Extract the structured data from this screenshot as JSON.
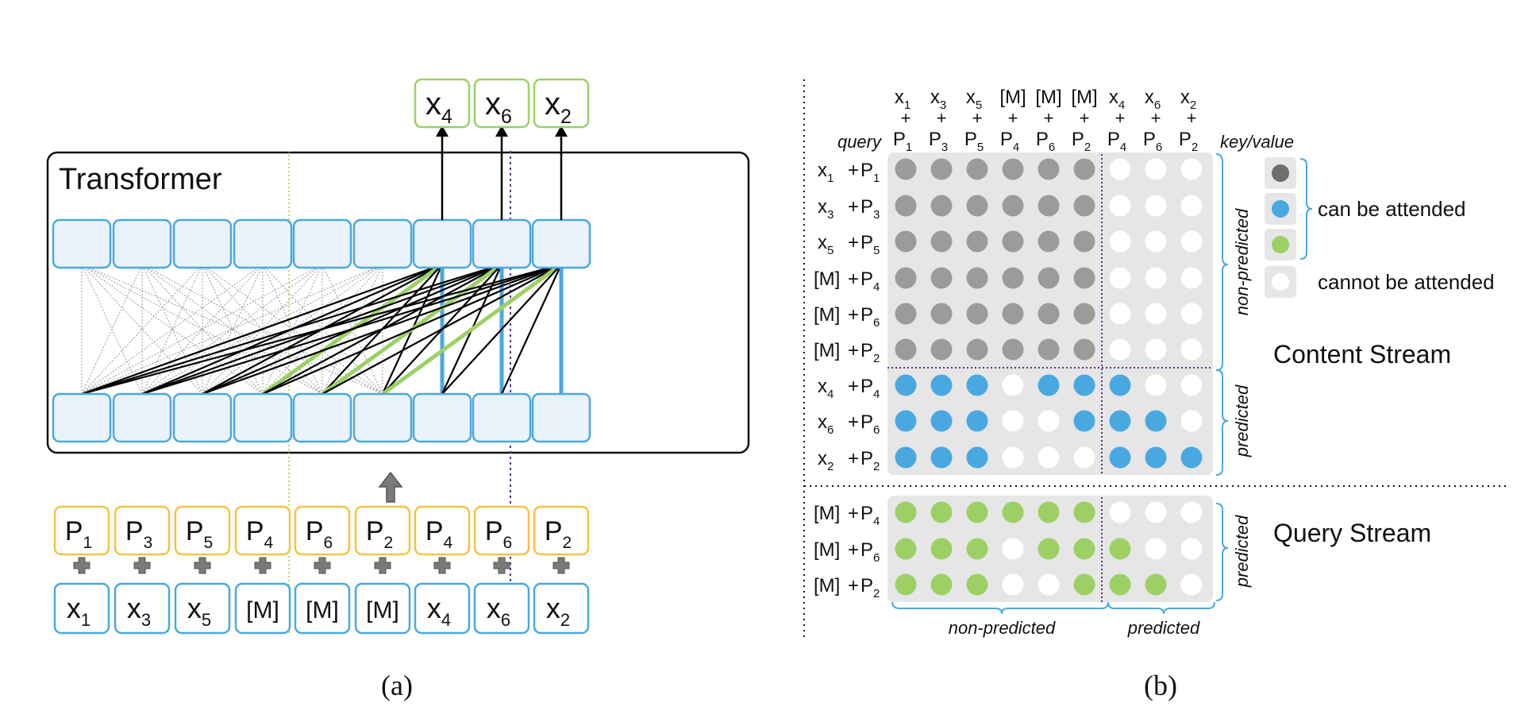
{
  "panel_a": {
    "transformer_label": "Transformer",
    "caption": "(a)",
    "outputs": [
      {
        "token": "x",
        "sub": "4"
      },
      {
        "token": "x",
        "sub": "6"
      },
      {
        "token": "x",
        "sub": "2"
      }
    ],
    "positions": [
      {
        "p": "P",
        "sub": "1"
      },
      {
        "p": "P",
        "sub": "3"
      },
      {
        "p": "P",
        "sub": "5"
      },
      {
        "p": "P",
        "sub": "4"
      },
      {
        "p": "P",
        "sub": "6"
      },
      {
        "p": "P",
        "sub": "2"
      },
      {
        "p": "P",
        "sub": "4"
      },
      {
        "p": "P",
        "sub": "6"
      },
      {
        "p": "P",
        "sub": "2"
      }
    ],
    "tokens": [
      {
        "t": "x",
        "sub": "1"
      },
      {
        "t": "x",
        "sub": "3"
      },
      {
        "t": "x",
        "sub": "5"
      },
      {
        "t": "[M]",
        "sub": ""
      },
      {
        "t": "[M]",
        "sub": ""
      },
      {
        "t": "[M]",
        "sub": ""
      },
      {
        "t": "x",
        "sub": "4"
      },
      {
        "t": "x",
        "sub": "6"
      },
      {
        "t": "x",
        "sub": "2"
      }
    ],
    "colors": {
      "token_border": "#4aa8e0",
      "position_border": "#f5c242",
      "output_border": "#9cd065",
      "cell_fill": "#eaf2fb",
      "content_edge": "#000000",
      "query_edge": "#9cd065",
      "self_edge": "#4aa8e0",
      "dotted_edge": "#999999",
      "arrow": "#777777"
    }
  },
  "panel_b": {
    "caption": "(b)",
    "query_label": "query",
    "keyvalue_label": "key/value",
    "columns": [
      {
        "top": "x",
        "topsub": "1",
        "bottom": "P",
        "bottomsub": "1"
      },
      {
        "top": "x",
        "topsub": "3",
        "bottom": "P",
        "bottomsub": "3"
      },
      {
        "top": "x",
        "topsub": "5",
        "bottom": "P",
        "bottomsub": "5"
      },
      {
        "top": "[M]",
        "topsub": "",
        "bottom": "P",
        "bottomsub": "4"
      },
      {
        "top": "[M]",
        "topsub": "",
        "bottom": "P",
        "bottomsub": "6"
      },
      {
        "top": "[M]",
        "topsub": "",
        "bottom": "P",
        "bottomsub": "2"
      },
      {
        "top": "x",
        "topsub": "4",
        "bottom": "P",
        "bottomsub": "4"
      },
      {
        "top": "x",
        "topsub": "6",
        "bottom": "P",
        "bottomsub": "6"
      },
      {
        "top": "x",
        "topsub": "2",
        "bottom": "P",
        "bottomsub": "2"
      }
    ],
    "plus": "+",
    "content_rows": [
      {
        "t": "x",
        "tsub": "1",
        "p": "P",
        "psub": "1",
        "cells": "gggggg..."
      },
      {
        "t": "x",
        "tsub": "3",
        "p": "P",
        "psub": "3",
        "cells": "gggggg..."
      },
      {
        "t": "x",
        "tsub": "5",
        "p": "P",
        "psub": "5",
        "cells": "gggggg..."
      },
      {
        "t": "[M]",
        "tsub": "",
        "p": "P",
        "psub": "4",
        "cells": "gggggg..."
      },
      {
        "t": "[M]",
        "tsub": "",
        "p": "P",
        "psub": "6",
        "cells": "gggggg..."
      },
      {
        "t": "[M]",
        "tsub": "",
        "p": "P",
        "psub": "2",
        "cells": "gggggg..."
      },
      {
        "t": "x",
        "tsub": "4",
        "p": "P",
        "psub": "4",
        "cells": "bbb.bbb.."
      },
      {
        "t": "x",
        "tsub": "6",
        "p": "P",
        "psub": "6",
        "cells": "bbb..bbb."
      },
      {
        "t": "x",
        "tsub": "2",
        "p": "P",
        "psub": "2",
        "cells": "bbb...bbb"
      }
    ],
    "query_rows": [
      {
        "t": "[M]",
        "tsub": "",
        "p": "P",
        "psub": "4",
        "cells": "ffffff..."
      },
      {
        "t": "[M]",
        "tsub": "",
        "p": "P",
        "psub": "6",
        "cells": "fff.fff.."
      },
      {
        "t": "[M]",
        "tsub": "",
        "p": "P",
        "psub": "2",
        "cells": "fff..fff."
      }
    ],
    "side_labels": {
      "non_predicted": "non-predicted",
      "predicted_content": "predicted",
      "predicted_query": "predicted"
    },
    "bottom_labels": {
      "non_predicted": "non-predicted",
      "predicted": "predicted"
    },
    "stream_labels": {
      "content": "Content Stream",
      "query": "Query Stream"
    },
    "legend": {
      "can_attend": "can be attended",
      "cannot_attend": "cannot be attended"
    },
    "colors": {
      "gray_dot": "#9b9b9b",
      "dark_gray_dot": "#6e6e6e",
      "blue_dot": "#4aa8e0",
      "green_dot": "#9cd065",
      "white_dot": "#ffffff",
      "matrix_bg": "#e6e6e6",
      "brace": "#4aa8e0",
      "header_faded": "#a9bfe3",
      "content_stream": "#4aa8e0",
      "query_stream": "#9cd065",
      "divider": "#5b2f8a"
    }
  }
}
